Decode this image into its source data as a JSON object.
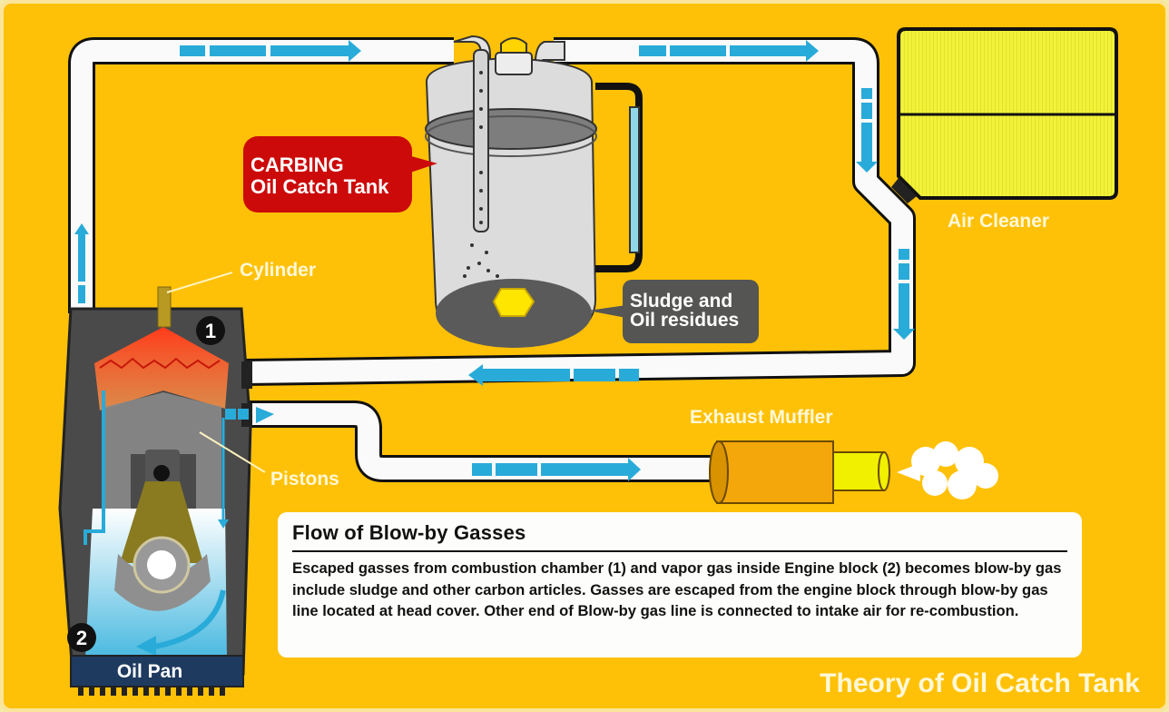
{
  "diagram": {
    "title": "Theory of Oil Catch Tank",
    "colors": {
      "background": "#ffc107",
      "pipe": "#fafafa",
      "flow_arrow": "#29abd9",
      "callout_red": "#cc0a0a",
      "callout_gray": "#555553",
      "engine_block": "#4a4a4a",
      "oil_pan": "#1e3a5f",
      "air_filter": "#f2f23a",
      "muffler": "#f4a70a"
    },
    "labels": {
      "oil_catch_tank": [
        "CARBING",
        "Oil Catch Tank"
      ],
      "sludge": [
        "Sludge and",
        "Oil residues"
      ],
      "air_cleaner": "Air Cleaner",
      "cylinder": "Cylinder",
      "pistons": "Pistons",
      "exhaust_muffler": "Exhaust Muffler",
      "oil_pan": "Oil Pan",
      "marker_1": "1",
      "marker_2": "2"
    },
    "info_box": {
      "heading": "Flow of Blow-by Gasses",
      "body": "Escaped gasses from combustion chamber (1) and vapor gas inside Engine block (2) becomes blow-by gas include sludge and other carbon articles.  Gasses are escaped from the engine block through blow-by gas line located at head cover.  Other end of Blow-by gas line is connected to intake air for re-combustion."
    },
    "flow": [
      {
        "from": "Engine block",
        "to": "Oil Catch Tank",
        "direction": "up-then-right"
      },
      {
        "from": "Oil Catch Tank",
        "to": "Air Cleaner",
        "direction": "right-then-down"
      },
      {
        "from": "Air Cleaner",
        "to": "Engine (intake)",
        "direction": "down-then-left"
      },
      {
        "from": "Engine",
        "to": "Exhaust Muffler",
        "direction": "right"
      }
    ]
  }
}
